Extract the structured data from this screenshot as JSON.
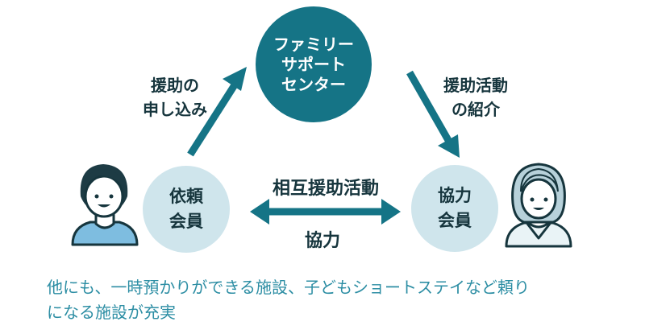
{
  "center": {
    "line1": "ファミリー",
    "line2": "サポート",
    "line3": "センター"
  },
  "requester": {
    "line1": "依頼",
    "line2": "会員"
  },
  "helper": {
    "line1": "協力",
    "line2": "会員"
  },
  "arrows": {
    "request": {
      "line1": "援助の",
      "line2": "申し込み"
    },
    "introduction": {
      "line1": "援助活動",
      "line2": "の紹介"
    },
    "mutual": "相互援助活動",
    "cooperation": "協力"
  },
  "note": {
    "line1": "他にも、一時預かりができる施設、子どもショートステイなど頼り",
    "line2": "になる施設が充実"
  },
  "colors": {
    "primary": "#157486",
    "light": "#cfe5ec",
    "text": "#16353d",
    "note": "#2d8ea4"
  }
}
